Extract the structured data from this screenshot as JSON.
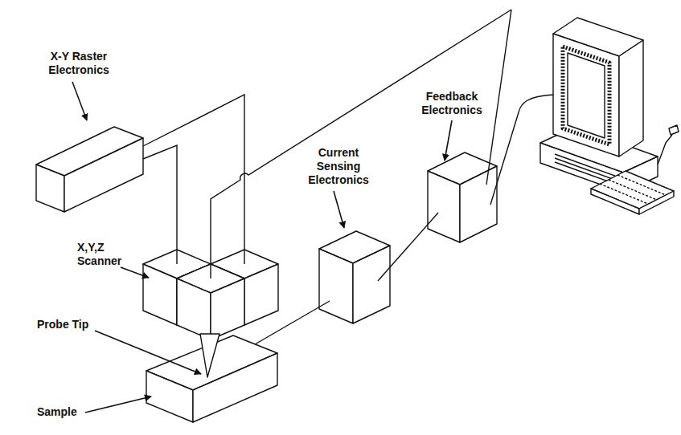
{
  "diagram": {
    "labels": [
      "X-Y Raster Electronics",
      "Feedback Electronics",
      "Current Sensing Electronics",
      "X,Y,Z Scanner",
      "Probe Tip",
      "Sample"
    ]
  }
}
